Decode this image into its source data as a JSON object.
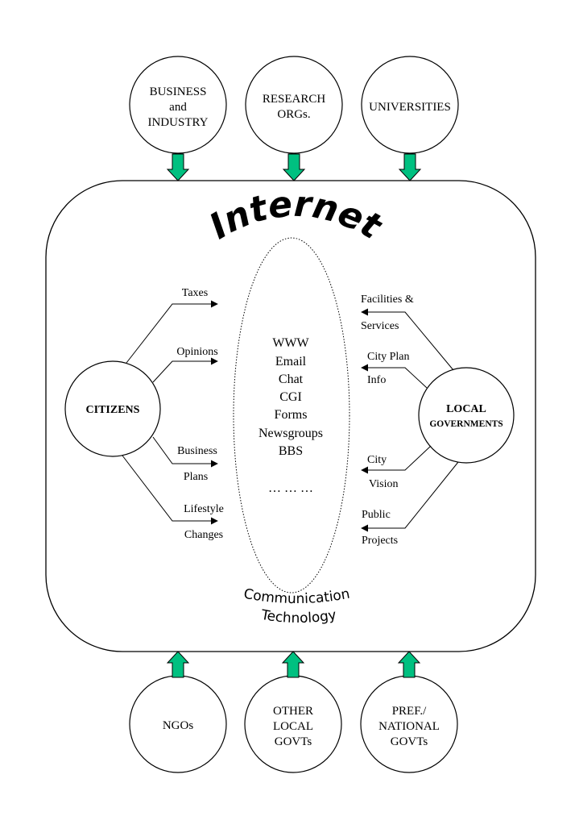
{
  "top_nodes": [
    {
      "lines": [
        "BUSINESS",
        "and",
        "INDUSTRY"
      ]
    },
    {
      "lines": [
        "RESEARCH",
        "ORGs."
      ]
    },
    {
      "lines": [
        "UNIVERSITIES"
      ]
    }
  ],
  "bottom_nodes": [
    {
      "lines": [
        "NGOs"
      ]
    },
    {
      "lines": [
        "OTHER",
        "LOCAL",
        "GOVTs"
      ]
    },
    {
      "lines": [
        "PREF./",
        "NATIONAL",
        "GOVTs"
      ]
    }
  ],
  "internet_title": "Internet",
  "comm_tech": {
    "line1": "Communication",
    "line2": "Technology"
  },
  "technologies": [
    "WWW",
    "Email",
    "Chat",
    "CGI",
    "Forms",
    "Newsgroups",
    "BBS",
    "… … …"
  ],
  "citizens": {
    "label": "CITIZENS",
    "outputs": [
      {
        "lines": [
          "Taxes"
        ]
      },
      {
        "lines": [
          "Opinions"
        ]
      },
      {
        "lines": [
          "Business",
          "Plans"
        ]
      },
      {
        "lines": [
          "Lifestyle",
          "Changes"
        ]
      }
    ]
  },
  "local_governments": {
    "label_line1": "LOCAL",
    "label_line2": "GOVERNMENTS",
    "outputs": [
      {
        "lines": [
          "Facilities &",
          "Services"
        ]
      },
      {
        "lines": [
          "City Plan",
          "Info"
        ]
      },
      {
        "lines": [
          "City",
          "Vision"
        ]
      },
      {
        "lines": [
          "Public",
          "Projects"
        ]
      }
    ]
  },
  "colors": {
    "arrow_fill": "#00c080",
    "stroke": "#000000",
    "background": "#ffffff"
  }
}
